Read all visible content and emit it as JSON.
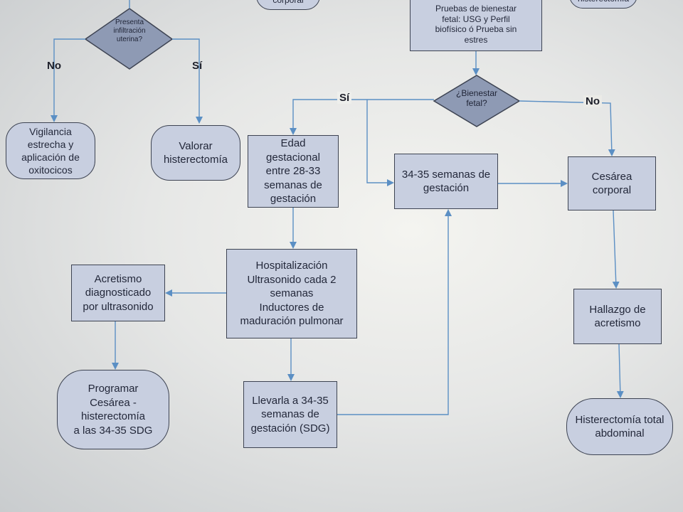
{
  "nodes": {
    "fetal_wellbeing_tests": "Pruebas de bienestar\nfetal: USG y Perfil\nbiofísico ó Prueba sin\nestres",
    "top_corporal_partial": "corporal",
    "top_histerectomia_partial": "histerectomía",
    "uterine_infiltration_question": "Presenta\ninfiltración\nuterina?",
    "close_surveillance": "Vigilancia\nestrecha y\naplicación de\noxitocicos",
    "evaluate_hysterectomy": "Valorar\nhisterectomía",
    "fetal_wellbeing_question": "¿Bienestar\nfetal?",
    "gestational_age_28_33": "Edad\ngestacional\nentre 28-33\nsemanas de\ngestación",
    "weeks_34_35": "34-35 semanas de\ngestación",
    "corporal_cesarean": "Cesárea\ncorporal",
    "hospitalization": "Hospitalización\nUltrasonido cada 2\nsemanas\nInductores de\nmaduración pulmonar",
    "accretism_ultrasound": "Acretismo\ndiagnosticado\npor ultrasonido",
    "accretism_finding": "Hallazgo de\nacretismo",
    "schedule_cesarean_hysterectomy": "Programar\nCesárea -\nhisterectomía\na las 34-35 SDG",
    "bring_to_34_35": "Llevarla a 34-35\nsemanas de\ngestación (SDG)",
    "total_abdominal_hysterectomy": "Histerectomía total\nabdominal"
  },
  "edge_labels": {
    "no_left": "No",
    "si_left": "Sí",
    "si_fetal": "Sí",
    "no_fetal": "No"
  },
  "colors": {
    "node_fill": "#c8cfe0",
    "decision_fill": "#8e9ab4",
    "border": "#3d4352",
    "arrow": "#5b8fc4"
  }
}
